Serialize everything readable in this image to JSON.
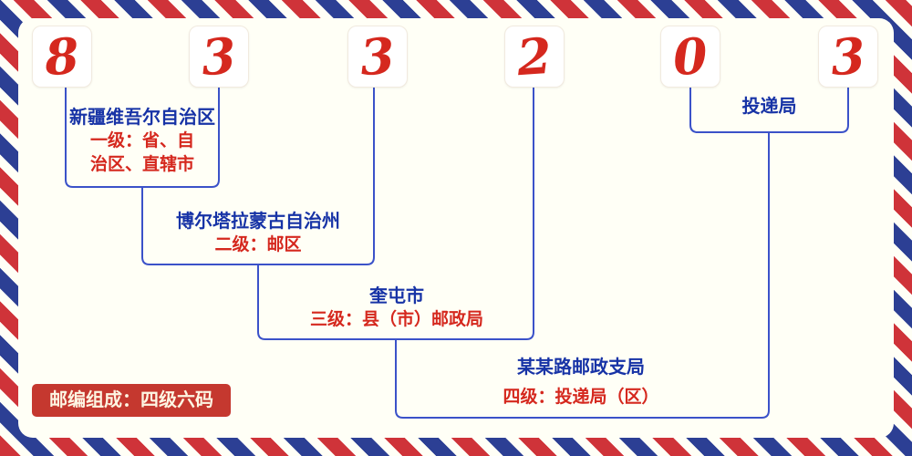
{
  "postal_code": {
    "digits": [
      "8",
      "3",
      "3",
      "2",
      "0",
      "3"
    ]
  },
  "levels": [
    {
      "name": "新疆维吾尔自治区",
      "desc_lines": [
        "一级：省、自",
        "治区、直辖市"
      ]
    },
    {
      "name": "博尔塔拉蒙古自治州",
      "desc_lines": [
        "二级：邮区"
      ]
    },
    {
      "name": "奎屯市",
      "desc_lines": [
        "三级：县（市）邮政局"
      ]
    },
    {
      "name": "某某路邮政支局",
      "desc_lines": [
        "四级：投递局（区）"
      ]
    },
    {
      "name": "投递局",
      "desc_lines": []
    }
  ],
  "footer": {
    "composition_label": "邮编组成：四级六码"
  },
  "colors": {
    "digit_red": "#d5281e",
    "place_name_blue": "#1733a6",
    "level_desc_red": "#d5281e",
    "connector_line_blue": "#3b52c9",
    "stripe_red": "#cf3339",
    "stripe_blue": "#2c3f94",
    "background_cream": "#fffff6",
    "badge_background": "#c5382f",
    "badge_text": "#fdf6e3"
  }
}
